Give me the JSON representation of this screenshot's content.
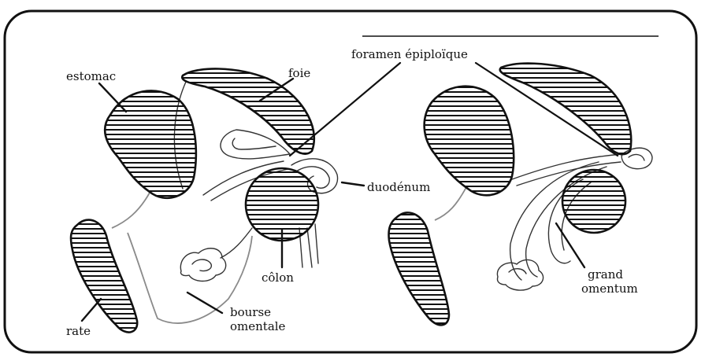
{
  "diagram": {
    "labels": {
      "estomac": "estomac",
      "foie": "foie",
      "foramen": "foramen épiploïque",
      "duodenum": "duodénum",
      "colon": "côlon",
      "rate": "rate",
      "bourse_line1": "bourse",
      "bourse_line2": "omentale",
      "grand_line1": "grand",
      "grand_line2": "omentum"
    },
    "colors": {
      "ink": "#111111",
      "hatch": "#111111",
      "membrane": "#8a8a8a",
      "background": "#ffffff"
    }
  }
}
